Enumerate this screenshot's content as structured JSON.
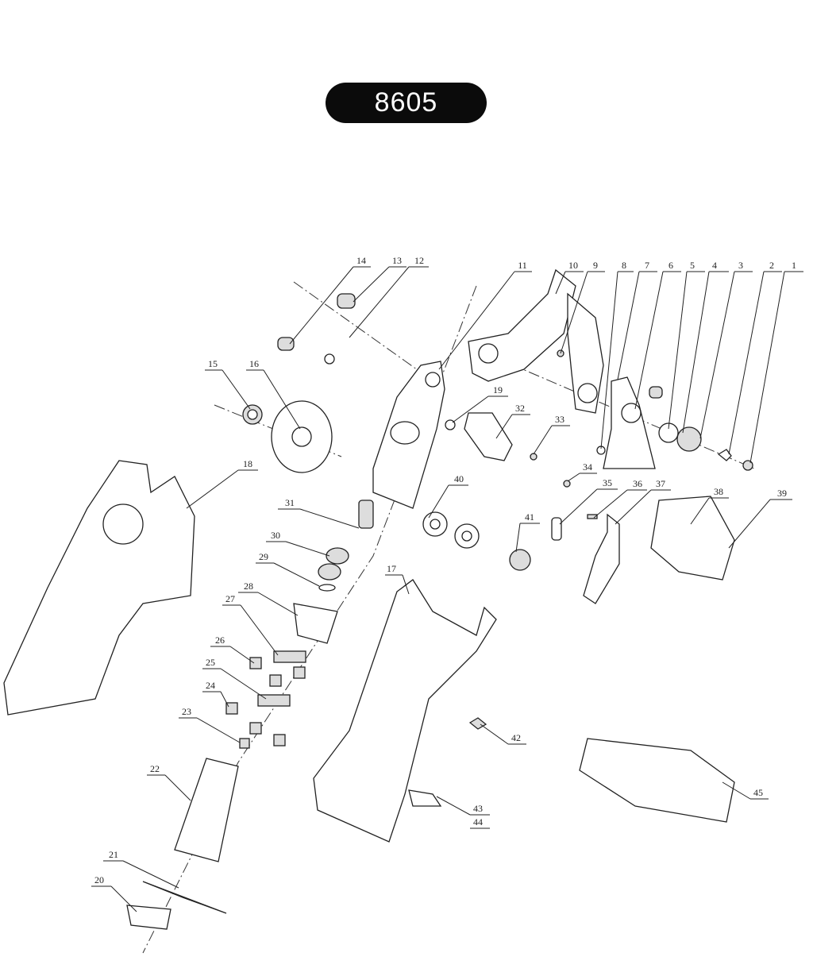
{
  "title": "8605",
  "part_labels": [
    "1",
    "2",
    "3",
    "4",
    "5",
    "6",
    "7",
    "8",
    "9",
    "10",
    "11",
    "12",
    "13",
    "14",
    "15",
    "16",
    "17",
    "18",
    "19",
    "20",
    "21",
    "22",
    "23",
    "24",
    "25",
    "26",
    "27",
    "28",
    "29",
    "30",
    "31",
    "32",
    "33",
    "34",
    "35",
    "36",
    "37",
    "38",
    "39",
    "40",
    "41",
    "42",
    "43",
    "44",
    "45"
  ]
}
